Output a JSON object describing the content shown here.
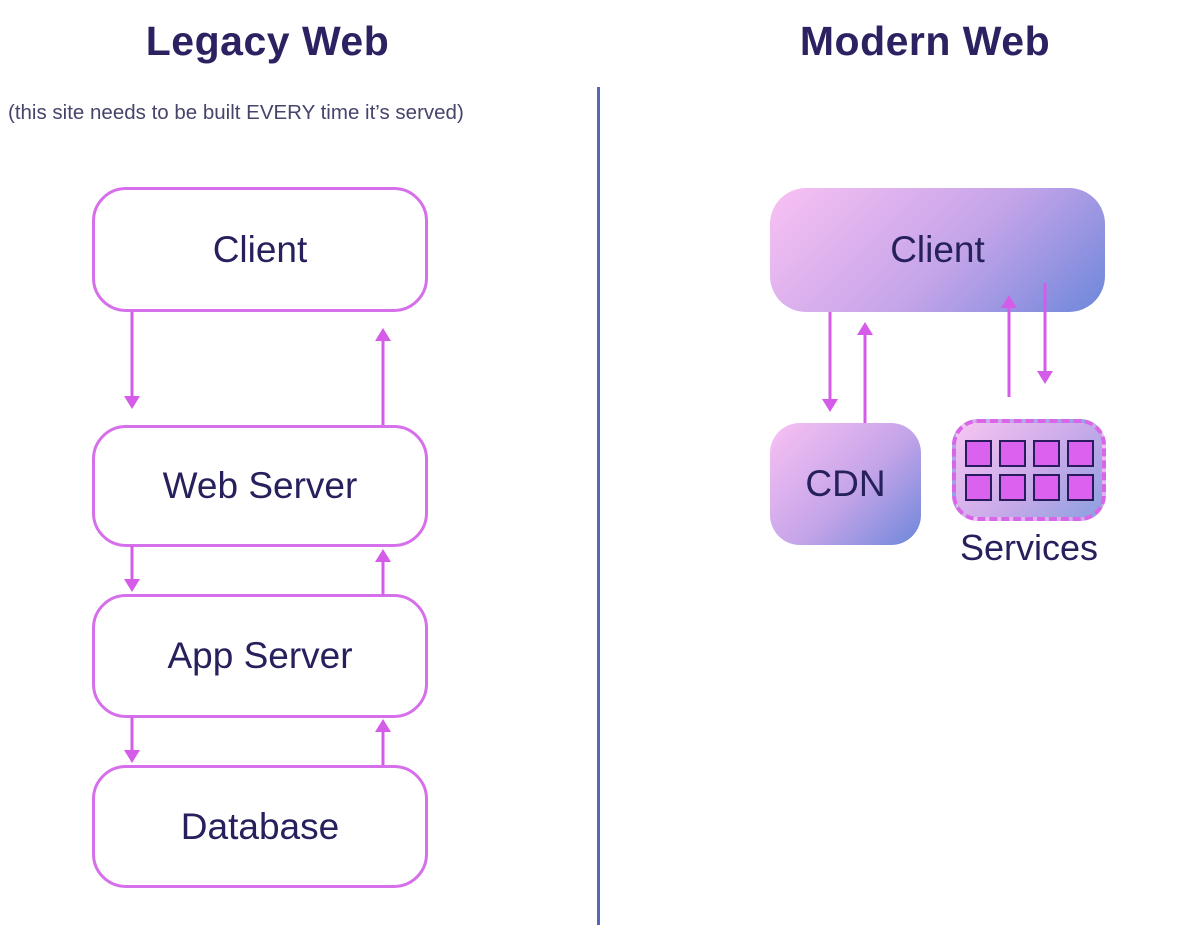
{
  "left_panel": {
    "title": "Legacy Web",
    "subtitle": "(this site needs to be built EVERY time it’s served)",
    "nodes": [
      "Client",
      "Web Server",
      "App Server",
      "Database"
    ]
  },
  "right_panel": {
    "title": "Modern Web",
    "client_label": "Client",
    "cdn_label": "CDN",
    "services_label": "Services",
    "services_module_count": 8
  },
  "colors": {
    "title_navy": "#2d2261",
    "node_text_navy": "#26205c",
    "subtitle_slate": "#45446b",
    "outline_pink": "#d670ea",
    "arrow_pink": "#d45ce8",
    "dashed_border_pink": "#d966e8",
    "module_square_fill": "#da62ee",
    "module_square_border": "#2a1a5e",
    "gradient_start_pink": "#f9c1f3",
    "gradient_end_blue": "#6d87da",
    "divider_blue": "#5667ba",
    "background": "#ffffff"
  }
}
